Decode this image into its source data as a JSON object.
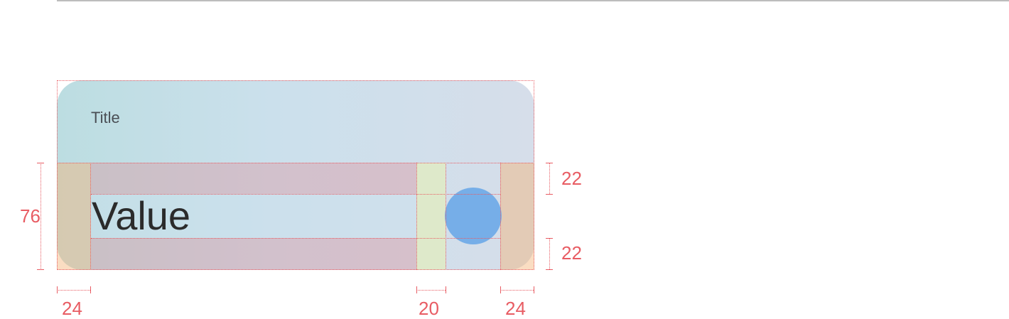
{
  "card": {
    "title": "Title",
    "value": "Value"
  },
  "dimensions": {
    "row_height": "76",
    "top_padding": "22",
    "bottom_padding": "22",
    "left_padding": "24",
    "icon_gap": "20",
    "right_padding": "24"
  },
  "colors": {
    "guide": "#e85c63",
    "card_gradient_start": "#bcdde1",
    "card_gradient_end": "#d6deea",
    "icon_circle": "#76aee8",
    "padding_overlay": "#f4b478",
    "gap_overlay": "#e0ebc4"
  },
  "icons": {
    "trailing": "circle-icon"
  }
}
